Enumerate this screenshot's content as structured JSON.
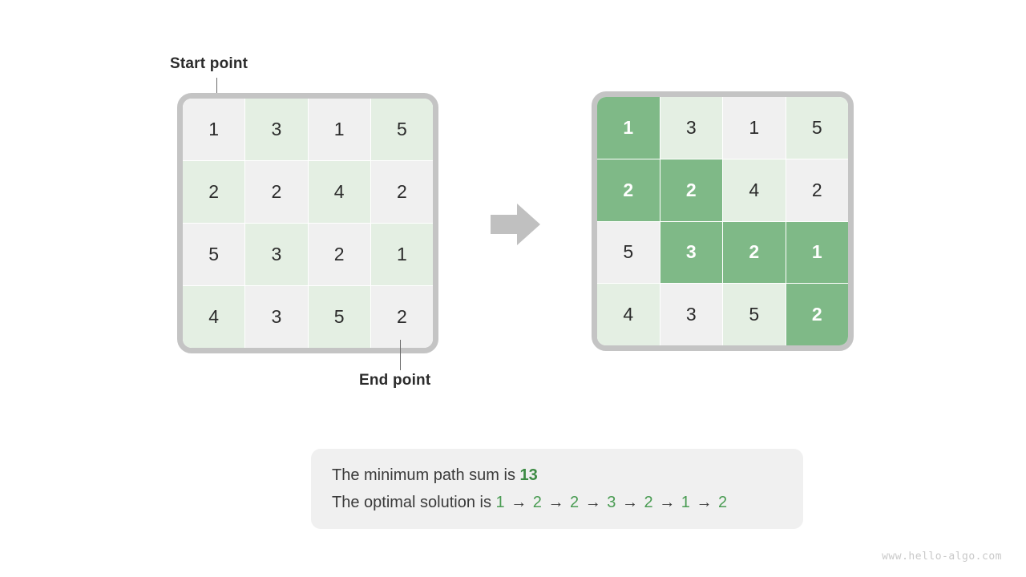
{
  "colors": {
    "cell_gray": "#f0f0f0",
    "cell_green": "#e4efe3",
    "path_green": "#7fb987",
    "frame_gray": "#c4c4c4",
    "accent_text": "#4a9c53",
    "accent_bold": "#3d8b44",
    "arrow_gray": "#c0c0c0",
    "watermark": "#c9c9c9"
  },
  "annotations": {
    "start_label": "Start point",
    "end_label": "End point"
  },
  "arrow": {
    "name": "right-arrow-icon"
  },
  "grid_left": {
    "name": "input-grid",
    "rows": 4,
    "cols": 4,
    "values": [
      [
        1,
        3,
        1,
        5
      ],
      [
        2,
        2,
        4,
        2
      ],
      [
        5,
        3,
        2,
        1
      ],
      [
        4,
        3,
        5,
        2
      ]
    ],
    "cell_styles": [
      [
        "gray",
        "green",
        "gray",
        "green"
      ],
      [
        "green",
        "gray",
        "green",
        "gray"
      ],
      [
        "gray",
        "green",
        "gray",
        "green"
      ],
      [
        "green",
        "gray",
        "green",
        "gray"
      ]
    ]
  },
  "grid_right": {
    "name": "solution-grid",
    "rows": 4,
    "cols": 4,
    "values": [
      [
        1,
        3,
        1,
        5
      ],
      [
        2,
        2,
        4,
        2
      ],
      [
        5,
        3,
        2,
        1
      ],
      [
        4,
        3,
        5,
        2
      ]
    ],
    "cell_styles": [
      [
        "path",
        "green",
        "gray",
        "green"
      ],
      [
        "path",
        "path",
        "green",
        "gray"
      ],
      [
        "gray",
        "path",
        "path",
        "path"
      ],
      [
        "green",
        "gray",
        "green",
        "path"
      ]
    ]
  },
  "result": {
    "line1_prefix": "The minimum path sum is ",
    "min_sum": "13",
    "line2_prefix": "The optimal solution is ",
    "path_values": [
      "1",
      "2",
      "2",
      "3",
      "2",
      "1",
      "2"
    ],
    "arrow_glyph": "→"
  },
  "watermark": "www.hello-algo.com"
}
